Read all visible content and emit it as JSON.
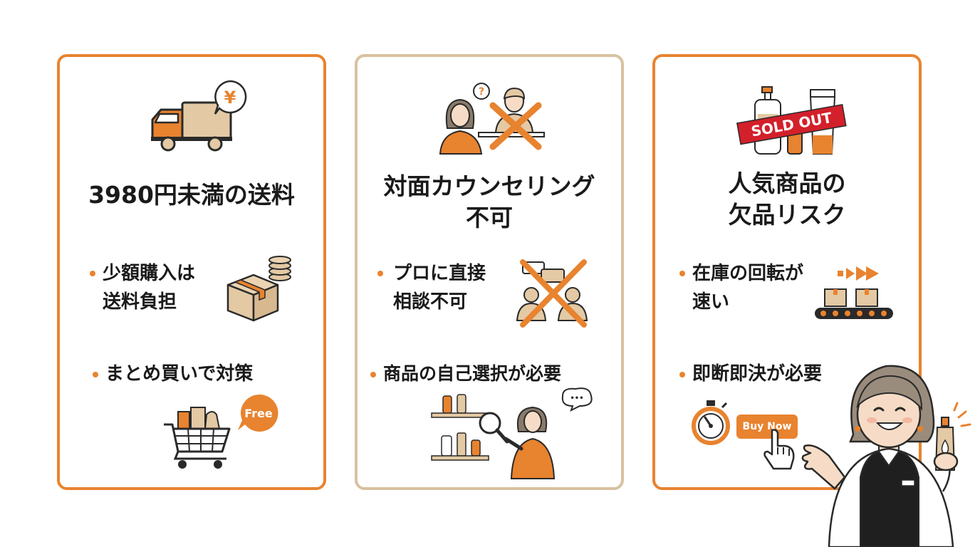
{
  "cards": [
    {
      "title": "3980円未満の送料",
      "bullets": [
        {
          "lines": [
            "少額購入は",
            "送料負担"
          ]
        },
        {
          "lines": [
            "まとめ買いで対策"
          ]
        }
      ],
      "icons": [
        "truck-icon",
        "yen-bubble-icon",
        "cardboard-box-icon",
        "coin-stack-icon",
        "shopping-cart-icon"
      ],
      "badge": "Free",
      "yen_symbol": "¥"
    },
    {
      "title_lines": [
        "対面カウンセリング",
        "不可"
      ],
      "bullets": [
        {
          "lines": [
            "プロに直接",
            "相談不可"
          ]
        },
        {
          "lines": [
            "商品の自己選択が必要"
          ]
        }
      ],
      "icons": [
        "customer-with-question-icon",
        "crossed-out-staff-icon",
        "crossed-out-chat-icon",
        "shelf-search-icon"
      ],
      "question_mark": "?",
      "thought_dots": "•••"
    },
    {
      "title_lines": [
        "人気商品の",
        "欠品リスク"
      ],
      "bullets": [
        {
          "lines": [
            "在庫の回転が",
            "速い"
          ]
        },
        {
          "lines": [
            "即断即決が必要"
          ]
        }
      ],
      "icons": [
        "cosmetics-bottles-icon",
        "double-arrow-icon",
        "conveyor-belt-icon",
        "stopwatch-icon",
        "pointing-hand-icon"
      ],
      "sold_out_label": "SOLD OUT",
      "buy_button_label": "Buy Now"
    }
  ],
  "mascot": {
    "icon": "shop-staff-woman-icon"
  },
  "colors": {
    "accent": "#e8832f",
    "beige": "#e3c9a4",
    "dark": "#1a1a1a",
    "red": "#d3202a"
  }
}
